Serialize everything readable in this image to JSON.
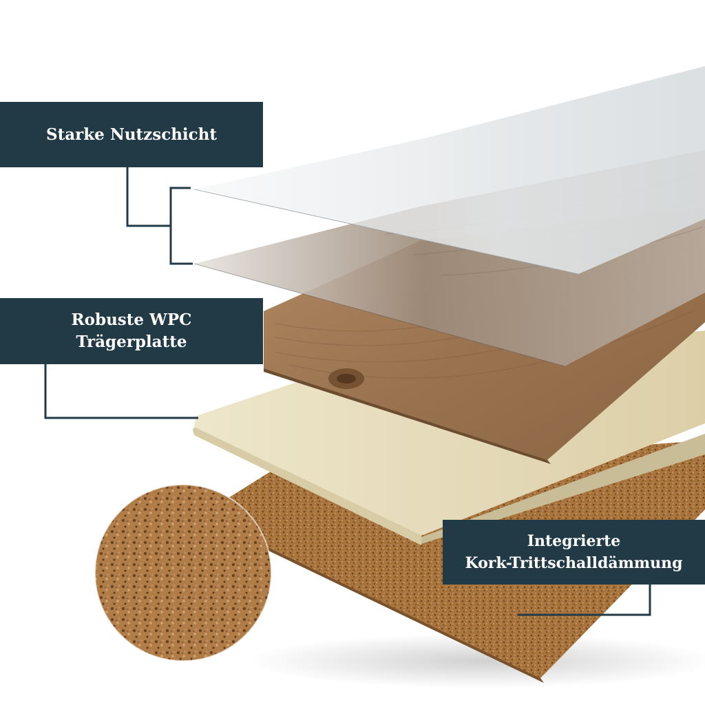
{
  "labels": {
    "top": {
      "line1": "Starke Nutzschicht"
    },
    "middle": {
      "line1": "Robuste WPC",
      "line2": "Trägerplatte"
    },
    "bottom": {
      "line1": "Integrierte",
      "line2": "Kork-Trittschalldämmung"
    }
  },
  "colors": {
    "label_bg": "#213a46",
    "label_text": "#ffffff",
    "wear_layer": "#e9ecee",
    "decor_wood": "#a07a55",
    "core_board": "#e4d9b8",
    "cork": "#a9763f"
  }
}
